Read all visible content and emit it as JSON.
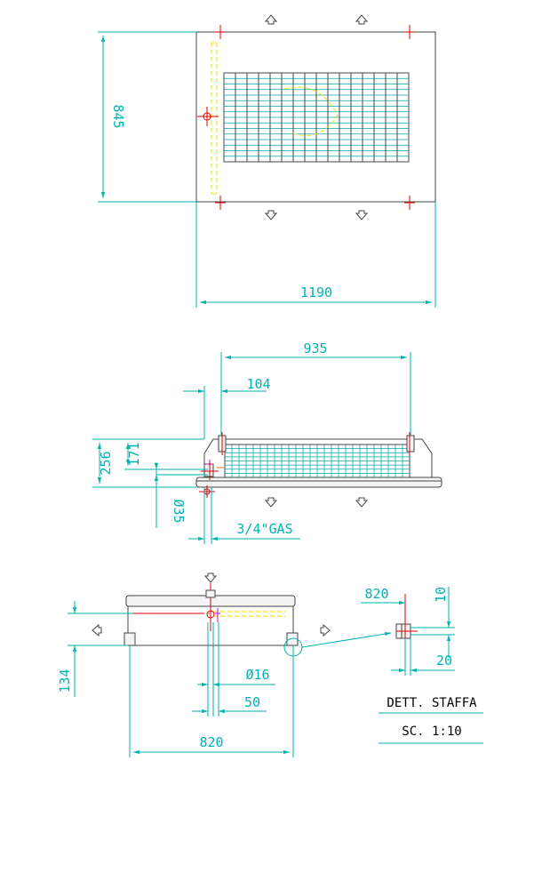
{
  "dimensions": {
    "top_height": "845",
    "top_width": "1190",
    "front_inner_width": "935",
    "front_offset": "104",
    "front_height_small": "171",
    "front_height_total": "256",
    "pipe_diameter": "Ø35",
    "gas_connection": "3/4\"GAS",
    "side_height": "134",
    "side_width": "820",
    "drain_diameter": "Ø16",
    "drain_offset": "50",
    "detail_width": "820",
    "detail_height": "10",
    "detail_slot": "20"
  },
  "notes": {
    "detail_title": "DETT. STAFFA",
    "detail_scale": "SC. 1:10"
  },
  "colors": {
    "dimension": "#00b3b3",
    "outline": "#444444",
    "hidden": "#e8e000",
    "center": "#e00000",
    "fitting": "#d000d0"
  }
}
